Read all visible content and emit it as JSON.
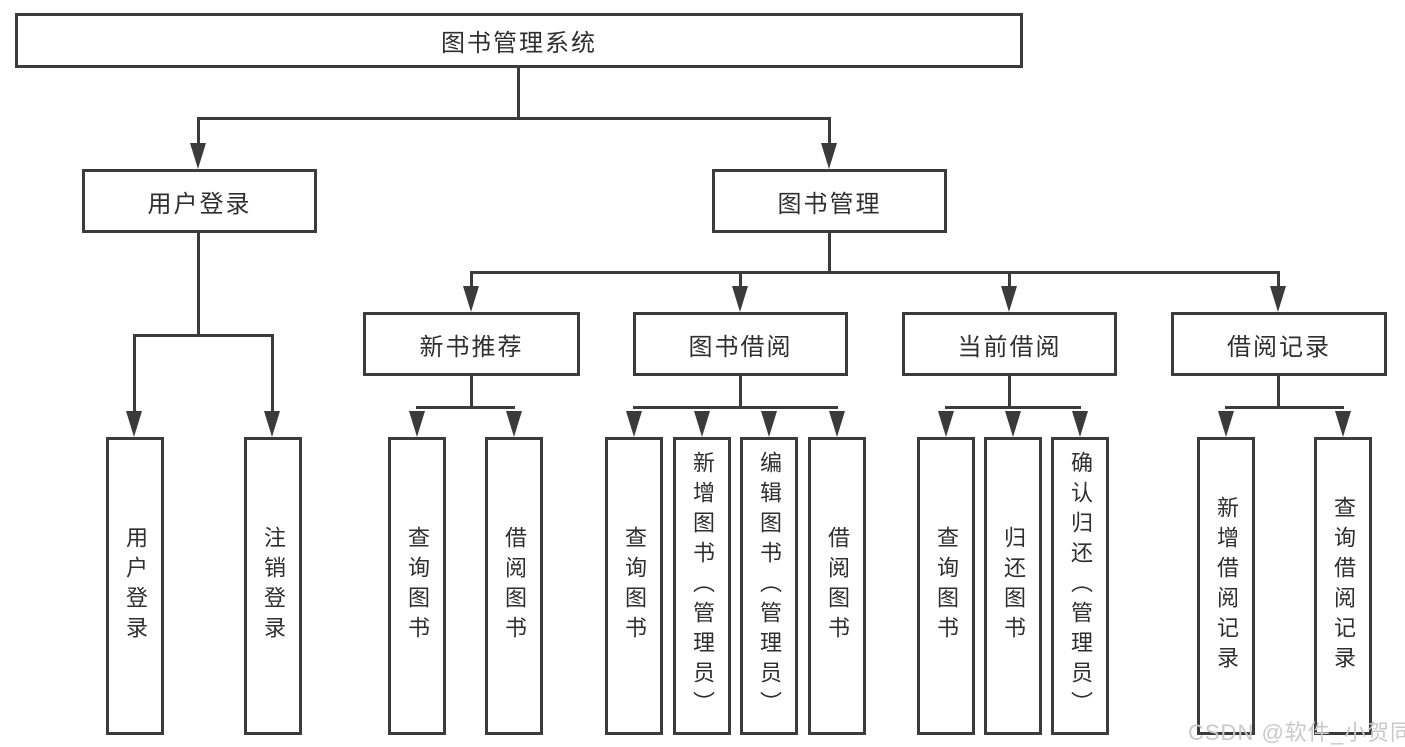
{
  "diagram_type": "tree-structure-chart",
  "colors": {
    "line": "#3b3b3b",
    "text": "#2f2f2f",
    "background": "#ffffff",
    "watermark": "#c9c9c9"
  },
  "nodes": {
    "root": {
      "label": "图书管理系统"
    },
    "user_login": {
      "label": "用户登录"
    },
    "book_mgmt": {
      "label": "图书管理"
    },
    "new_book_rec": {
      "label": "新书推荐"
    },
    "book_borrow": {
      "label": "图书借阅"
    },
    "current_borrow": {
      "label": "当前借阅"
    },
    "borrow_records": {
      "label": "借阅记录"
    },
    "leaf_user_login": {
      "label": "用户登录"
    },
    "leaf_logout": {
      "label": "注销登录"
    },
    "leaf_query_book_1": {
      "label": "查询图书"
    },
    "leaf_borrow_book_1": {
      "label": "借阅图书"
    },
    "leaf_query_book_2": {
      "label": "查询图书"
    },
    "leaf_add_book": {
      "label": "新增图书（管理员）"
    },
    "leaf_edit_book": {
      "label": "编辑图书（管理员）"
    },
    "leaf_borrow_book_2": {
      "label": "借阅图书"
    },
    "leaf_query_book_3": {
      "label": "查询图书"
    },
    "leaf_return_book": {
      "label": "归还图书"
    },
    "leaf_confirm_return": {
      "label": "确认归还（管理员）"
    },
    "leaf_add_borrow_record": {
      "label": "新增借阅记录"
    },
    "leaf_query_borrow_record": {
      "label": "查询借阅记录"
    }
  },
  "hierarchy": {
    "图书管理系统": [
      "用户登录",
      "图书管理"
    ],
    "用户登录": [
      "用户登录",
      "注销登录"
    ],
    "图书管理": [
      "新书推荐",
      "图书借阅",
      "当前借阅",
      "借阅记录"
    ],
    "新书推荐": [
      "查询图书",
      "借阅图书"
    ],
    "图书借阅": [
      "查询图书",
      "新增图书（管理员）",
      "编辑图书（管理员）",
      "借阅图书"
    ],
    "当前借阅": [
      "查询图书",
      "归还图书",
      "确认归还（管理员）"
    ],
    "借阅记录": [
      "新增借阅记录",
      "查询借阅记录"
    ]
  },
  "watermark": {
    "text": "CSDN @软件_小贺同学"
  }
}
